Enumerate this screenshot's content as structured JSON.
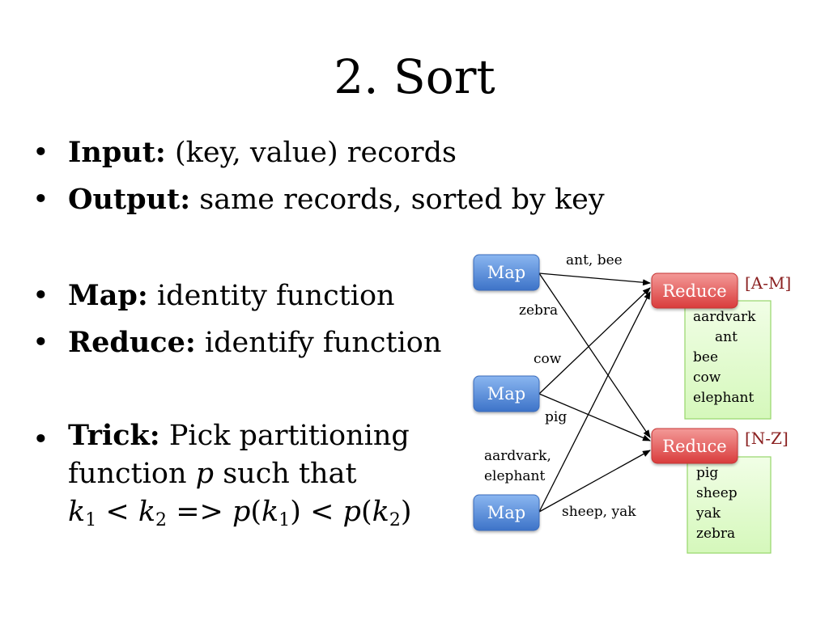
{
  "slide": {
    "title": "2. Sort"
  },
  "bullets": [
    {
      "label": "Input:",
      "text": "(key, value) records"
    },
    {
      "label": "Output:",
      "text": "same records, sorted by key"
    },
    {
      "label": "Map:",
      "text": "identity function"
    },
    {
      "label": "Reduce:",
      "text": "identify function"
    }
  ],
  "trick": {
    "label": "Trick:",
    "line1": "Pick partitioning",
    "line2_a": "function",
    "line2_p": "p",
    "line2_b": "such that",
    "k": "k",
    "sub1": "1",
    "sub2": "2",
    "lt": "<",
    "implies": "=>",
    "p": "p",
    "open": "(",
    "close": ")"
  },
  "diagram": {
    "colors": {
      "map_fill": "#5b8fd9",
      "reduce_fill": "#e8595a",
      "box_fill": "#ddfbc7",
      "box_border": "#97d66a",
      "range_label": "#8b2222"
    },
    "map_label": "Map",
    "reduce_label": "Reduce",
    "edge_labels": {
      "ant_bee": "ant, bee",
      "zebra": "zebra",
      "cow": "cow",
      "pig": "pig",
      "aardvark": "aardvark,",
      "elephant": "elephant",
      "sheep_yak": "sheep, yak"
    },
    "ranges": {
      "top": "[A-M]",
      "bottom": "[N-Z]"
    },
    "output_top": [
      "aardvark",
      "ant",
      "bee",
      "cow",
      "elephant"
    ],
    "output_bottom": [
      "pig",
      "sheep",
      "yak",
      "zebra"
    ]
  }
}
